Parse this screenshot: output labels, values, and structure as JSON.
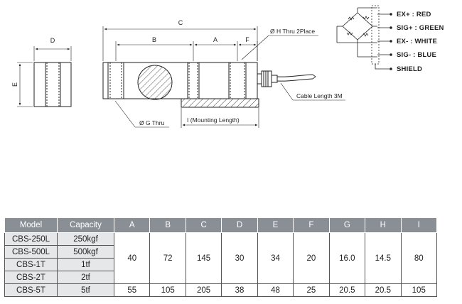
{
  "drawing": {
    "dims": {
      "c": "C",
      "b": "B",
      "a": "A",
      "f": "F",
      "d": "D",
      "e": "E"
    },
    "hole_h_label": "Ø H Thru 2Place",
    "hole_g_label": "Ø G Thru",
    "mounting_label": "I (Mounting Length)",
    "cable_label": "Cable Length 3M"
  },
  "wiring": [
    {
      "label": "EX+ : RED"
    },
    {
      "label": "SIG+ : GREEN"
    },
    {
      "label": "EX- : WHITE"
    },
    {
      "label": "SIG- : BLUE"
    },
    {
      "label": "SHIELD"
    }
  ],
  "table": {
    "headers": [
      "Model",
      "Capacity",
      "A",
      "B",
      "C",
      "D",
      "E",
      "F",
      "G",
      "H",
      "I"
    ],
    "group1": {
      "models": [
        {
          "model": "CBS-250L",
          "capacity": "250kgf"
        },
        {
          "model": "CBS-500L",
          "capacity": "500kgf"
        },
        {
          "model": "CBS-1T",
          "capacity": "1tf"
        },
        {
          "model": "CBS-2T",
          "capacity": "2tf"
        }
      ],
      "values": [
        "40",
        "72",
        "145",
        "30",
        "34",
        "20",
        "16.0",
        "14.5",
        "80"
      ]
    },
    "group2": {
      "model": "CBS-5T",
      "capacity": "5tf",
      "values": [
        "55",
        "105",
        "205",
        "38",
        "48",
        "25",
        "20.5",
        "20.5",
        "105"
      ]
    }
  }
}
